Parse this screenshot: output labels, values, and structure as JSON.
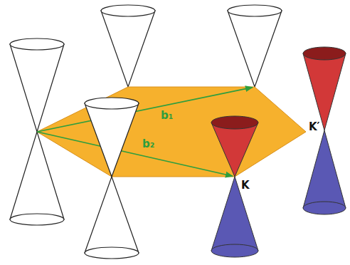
{
  "diagram": {
    "labels": [
      "b₁",
      "b₂",
      "K",
      "K′"
    ]
  }
}
